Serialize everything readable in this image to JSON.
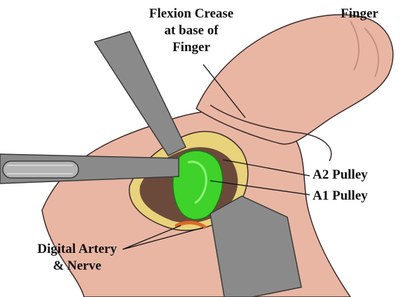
{
  "labels": {
    "flexion_crease": [
      "Flexion Crease",
      "at base of",
      "Finger"
    ],
    "finger": "Finger",
    "a2_pulley": "A2 Pulley",
    "a1_pulley": "A1 Pulley",
    "digital_artery": [
      "Digital Artery",
      "& Nerve"
    ]
  },
  "colors": {
    "skin": "#e9b6a4",
    "skin_shadow": "#c98f7e",
    "retractor": "#8a8a8a",
    "retractor_dark": "#5f5f5f",
    "tendon_sheath": "#3fd22a",
    "fat": "#e8d27a",
    "artery": "#d96b2a",
    "outline": "#3a2a28"
  }
}
